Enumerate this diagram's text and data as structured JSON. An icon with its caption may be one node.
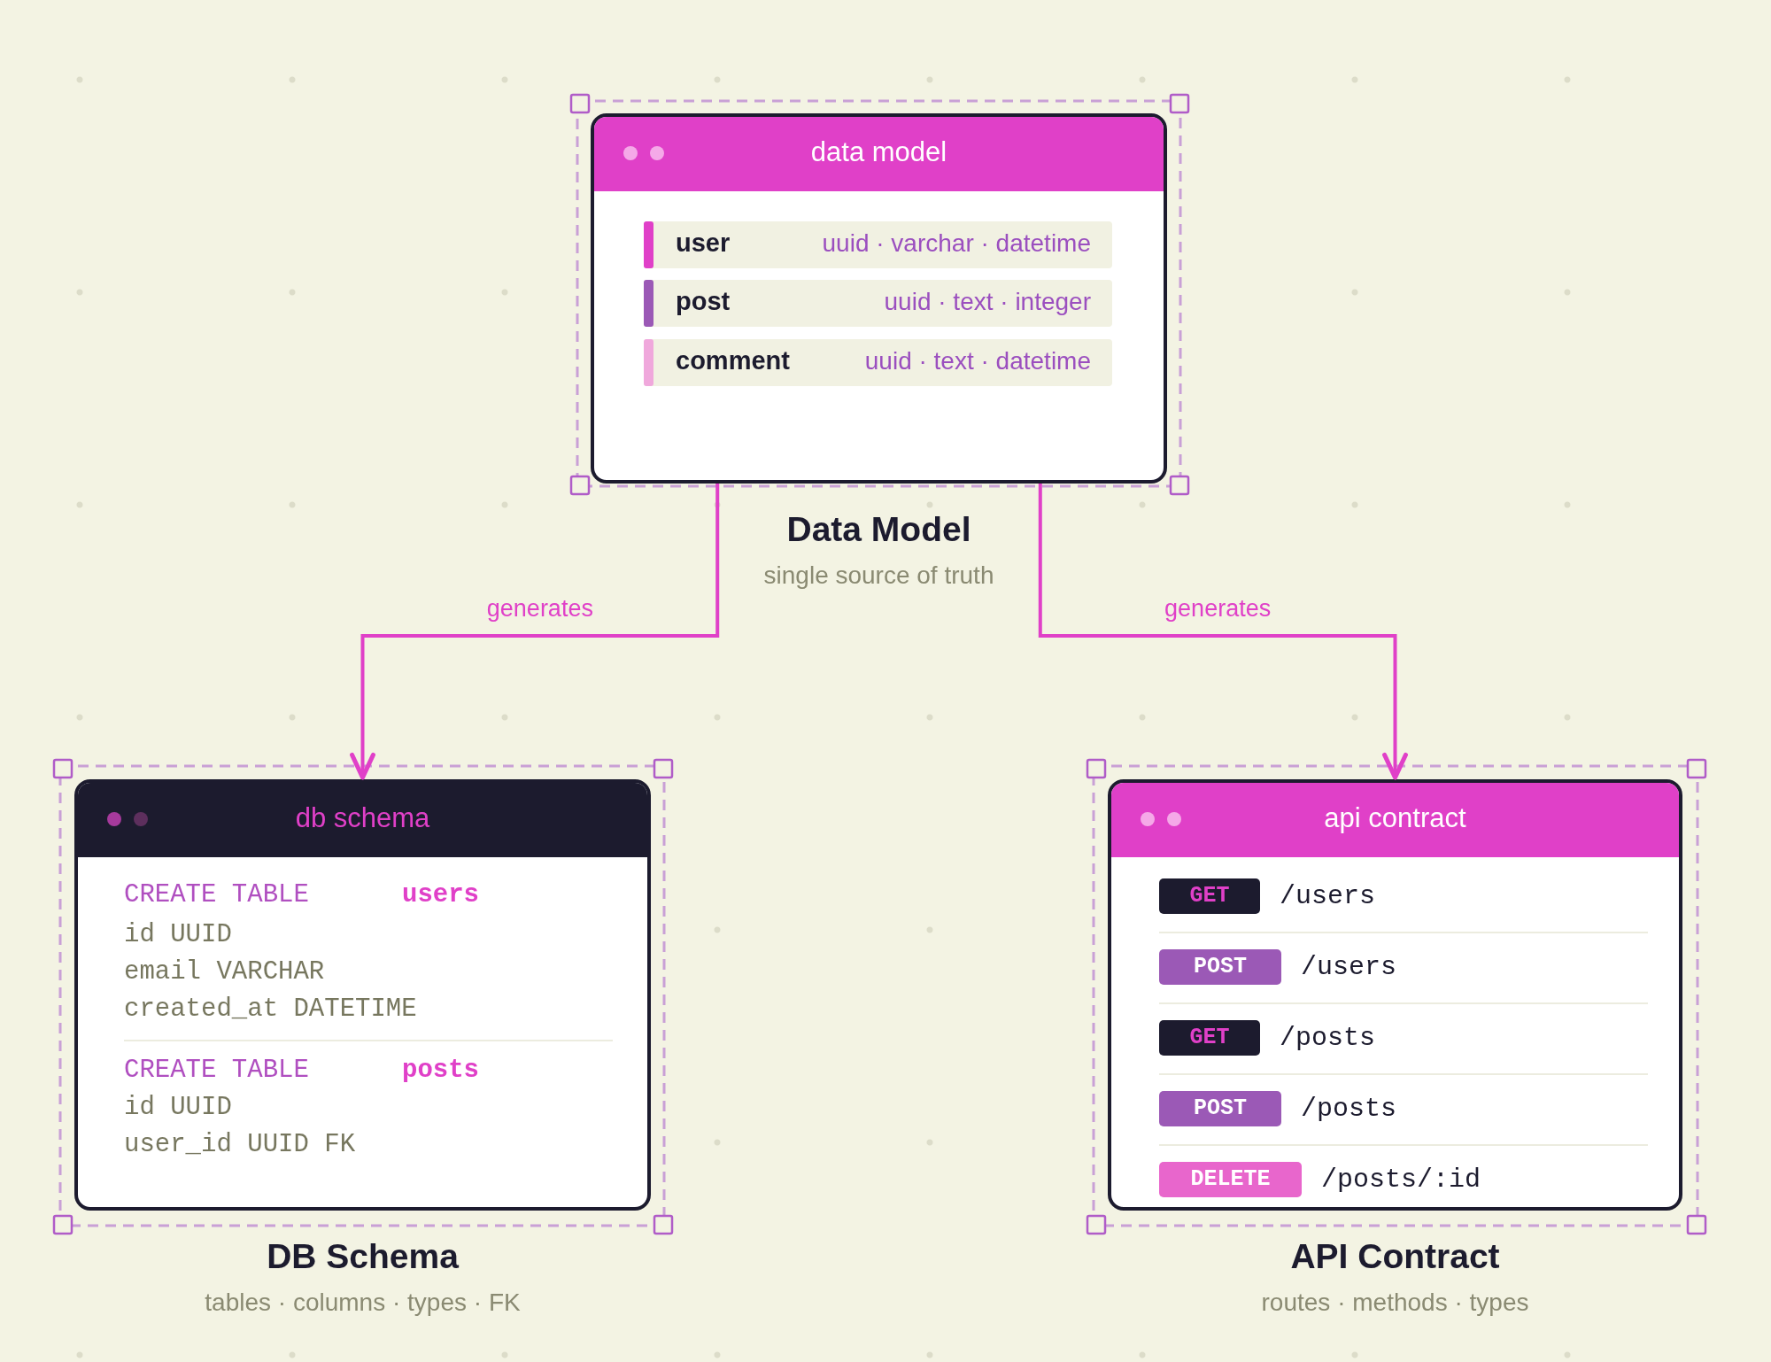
{
  "diagram": {
    "nodes": [
      {
        "text": [
          "data model"
        ],
        "beside": [
          "Data Model",
          "single source of truth"
        ]
      },
      {
        "text": [
          "user",
          "uuid · varchar · datetime"
        ],
        "in": 0
      },
      {
        "text": [
          "post",
          "uuid · text · integer"
        ],
        "in": 0
      },
      {
        "text": [
          "comment",
          "uuid · text · datetime"
        ],
        "in": 0
      },
      {
        "text": [
          "db schema",
          "CREATE TABLE",
          "users",
          "id UUID",
          "email VARCHAR",
          "created_at DATETIME",
          "CREATE TABLE",
          "posts",
          "id UUID",
          "user_id UUID FK"
        ],
        "beside": [
          "DB Schema",
          "tables · columns · types · FK"
        ]
      },
      {
        "text": [
          "api contract"
        ],
        "beside": [
          "API Contract",
          "routes · methods · types"
        ]
      },
      {
        "text": [
          "GET"
        ],
        "in": 5,
        "beside": [
          "/users"
        ]
      },
      {
        "text": [
          "POST"
        ],
        "in": 5,
        "beside": [
          "/users"
        ]
      },
      {
        "text": [
          "GET"
        ],
        "in": 5,
        "beside": [
          "/posts"
        ]
      },
      {
        "text": [
          "POST"
        ],
        "in": 5,
        "beside": [
          "/posts"
        ]
      },
      {
        "text": [
          "DELETE"
        ],
        "in": 5,
        "beside": [
          "/posts/:id"
        ]
      }
    ],
    "edges": [
      {
        "from": 0,
        "to": 4,
        "arrow": "to",
        "label": "generates"
      },
      {
        "from": 0,
        "to": 5,
        "arrow": "to",
        "label": "generates"
      }
    ]
  }
}
